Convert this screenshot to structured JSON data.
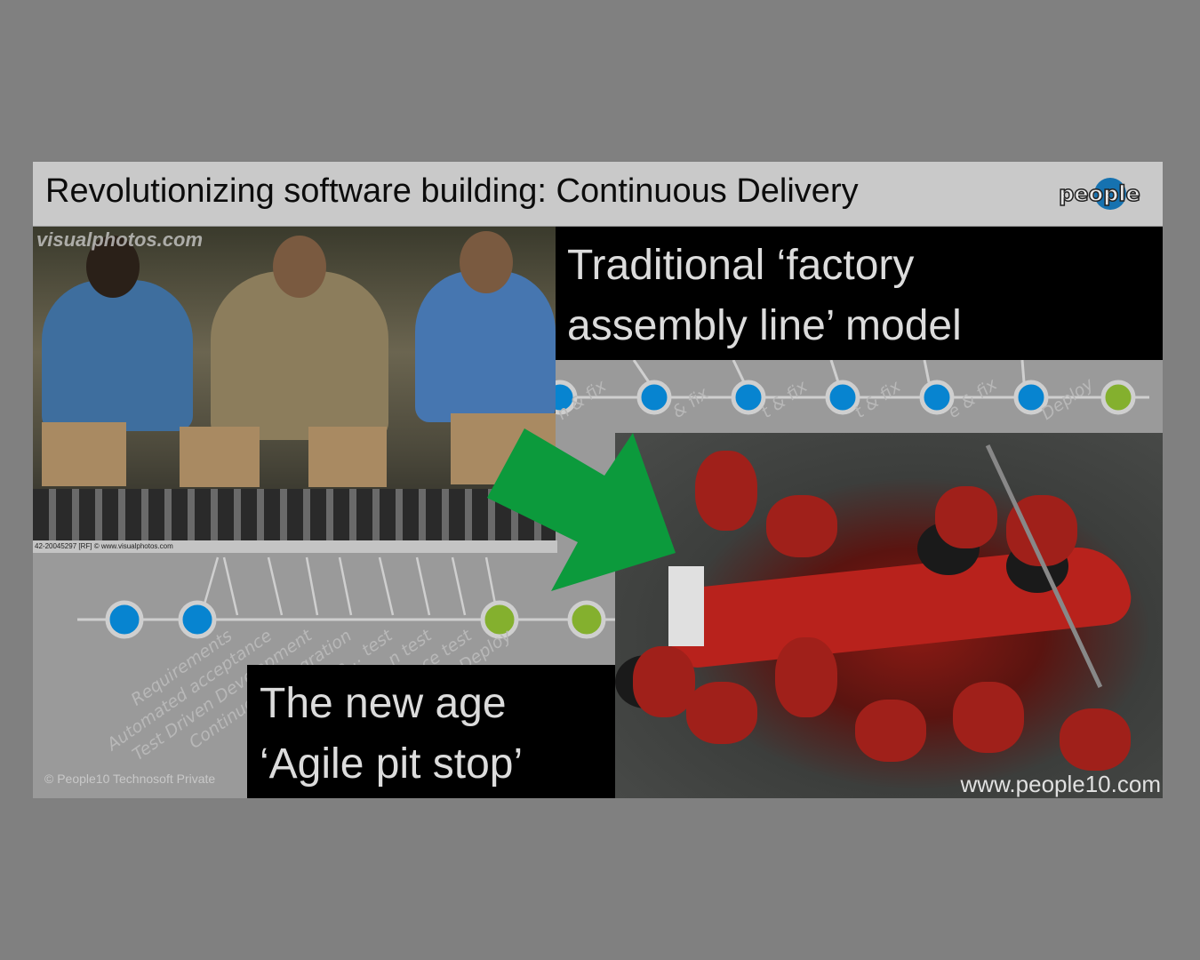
{
  "slide": {
    "title": "Revolutionizing software building: Continuous Delivery",
    "logo_text": "people",
    "factory_photo": {
      "watermark": "visualphotos.com",
      "caption": "42-20045297 [RF] © www.visualphotos.com"
    },
    "traditional_label": {
      "line1": "Traditional ‘factory",
      "line2": "assembly line’ model"
    },
    "traditional_timeline_labels": [
      "n & fix",
      "& fix",
      "t & fix",
      "t & fix",
      "e & fix",
      "Deploy"
    ],
    "agile_timeline_labels": [
      "Requirements",
      "Automated acceptance",
      "Test Driven Development",
      "Continuous integration",
      "Exe… test",
      "…n test",
      "…ce test",
      "Deploy"
    ],
    "agile_label": {
      "line1": "The new age",
      "line2": "‘Agile pit stop’"
    },
    "copyright": "© People10 Technosoft Private",
    "website": "www.people10.com",
    "colors": {
      "blue_node": "#0784d0",
      "green_node": "#84b02e",
      "arrow": "#0c9a3c"
    }
  }
}
